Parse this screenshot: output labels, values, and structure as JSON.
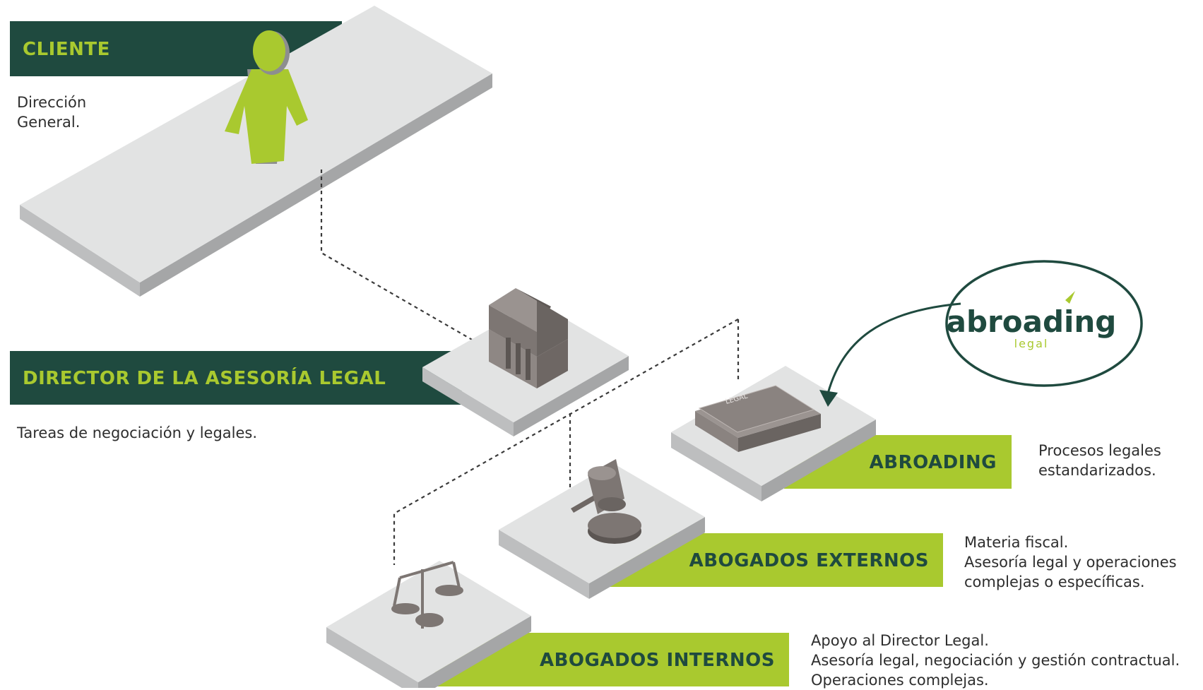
{
  "colors": {
    "dark_green": "#1f4a3f",
    "lime": "#a9c92f",
    "platform_top": "#e2e3e3",
    "platform_left": "#bdbebf",
    "platform_right": "#a5a6a7",
    "icon_gray": "#7d7673"
  },
  "levels": {
    "cliente": {
      "title": "CLIENTE",
      "description": [
        "Dirección",
        "General."
      ],
      "icon": "person-icon"
    },
    "director": {
      "title": "DIRECTOR DE LA ASESORÍA LEGAL",
      "description": [
        "Tareas de negociación y legales."
      ],
      "icon": "courthouse-icon"
    },
    "abroading": {
      "title": "ABROADING",
      "description": [
        "Procesos legales",
        "estandarizados."
      ],
      "icon": "legal-documents-icon"
    },
    "externos": {
      "title": "ABOGADOS EXTERNOS",
      "description": [
        "Materia fiscal.",
        "Asesoría legal y operaciones",
        "complejas o específicas."
      ],
      "icon": "gavel-icon"
    },
    "internos": {
      "title": "ABOGADOS INTERNOS",
      "description": [
        "Apoyo al Director Legal.",
        "Asesoría legal, negociación y gestión contractual.",
        "Operaciones complejas."
      ],
      "icon": "scales-icon"
    }
  },
  "logo": {
    "name": "abroading",
    "tagline": "legal"
  },
  "documents_label": "LEGAL"
}
